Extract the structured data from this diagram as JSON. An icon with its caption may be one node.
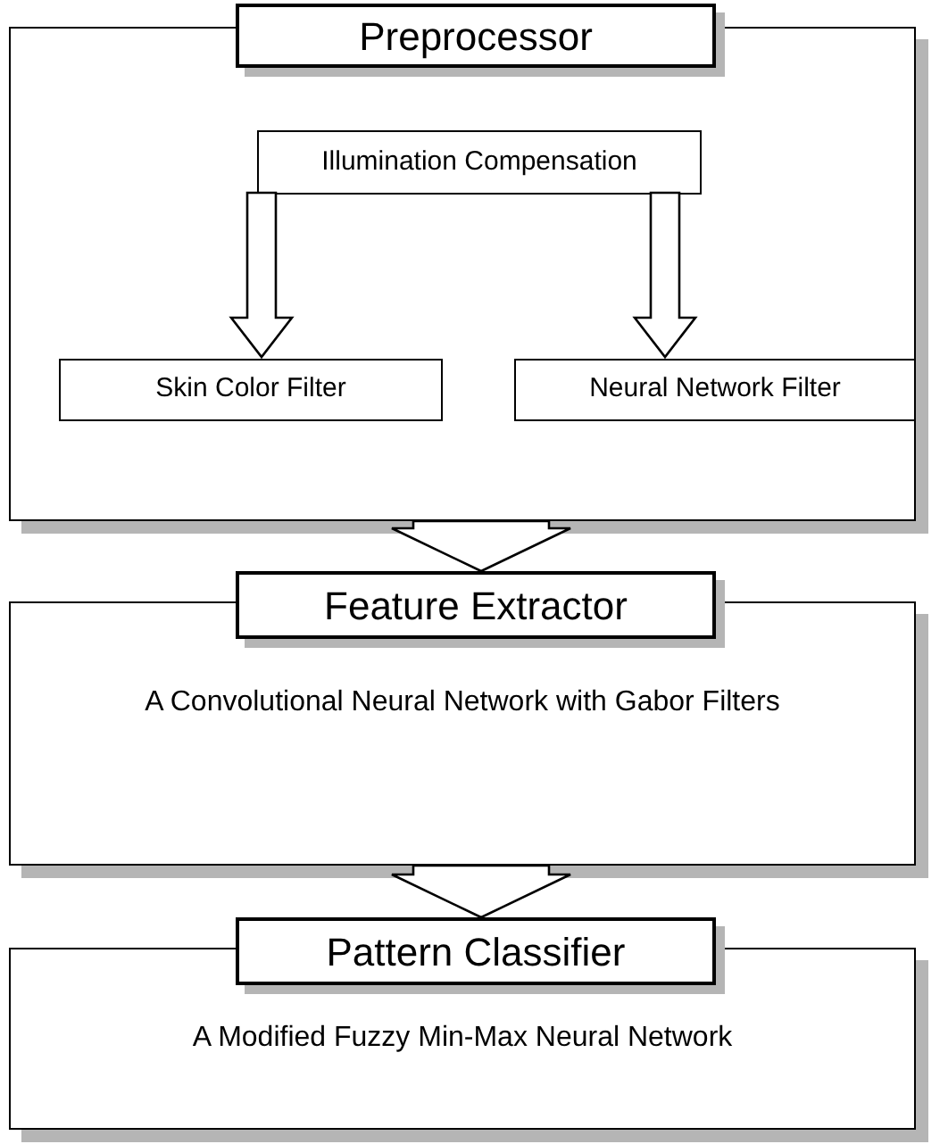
{
  "diagram": {
    "nodes": [
      {
        "text": [
          "Preprocessor"
        ]
      },
      {
        "text": [],
        "shape": "box"
      },
      {
        "text": [
          "Illumination Compensation"
        ],
        "in": 1
      },
      {
        "text": [
          "Skin Color Filter"
        ],
        "in": 1
      },
      {
        "text": [
          "Neural Network Filter"
        ],
        "in": 1
      },
      {
        "text": [
          "Feature Extractor"
        ]
      },
      {
        "text": [
          "A Convolutional Neural Network with Gabor Filters"
        ]
      },
      {
        "text": [
          "Pattern Classifier"
        ]
      },
      {
        "text": [
          "A Modified Fuzzy Min-Max Neural Network"
        ]
      }
    ],
    "edges": [
      {
        "from": 2,
        "to": 3,
        "arrow": "to"
      },
      {
        "from": 2,
        "to": 4,
        "arrow": "to"
      },
      {
        "from": 1,
        "to": 5,
        "arrow": "to"
      },
      {
        "from": 6,
        "to": 7,
        "arrow": "to"
      }
    ]
  }
}
